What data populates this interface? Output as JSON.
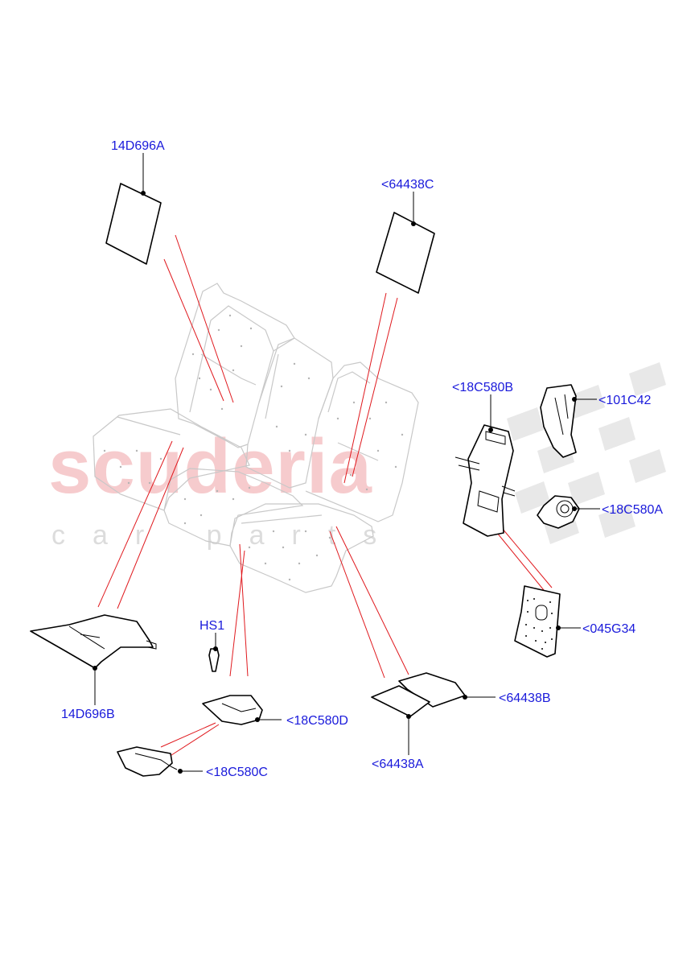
{
  "diagram": {
    "labels": [
      {
        "key": "p14D696A",
        "text": "14D696A"
      },
      {
        "key": "p64438C",
        "text": "<64438C"
      },
      {
        "key": "p18C580B",
        "text": "<18C580B"
      },
      {
        "key": "p101C42",
        "text": "<101C42"
      },
      {
        "key": "p18C580A",
        "text": "<18C580A"
      },
      {
        "key": "p045G34",
        "text": "<045G34"
      },
      {
        "key": "pHS1",
        "text": "HS1"
      },
      {
        "key": "p14D696B",
        "text": "14D696B"
      },
      {
        "key": "p18C580D",
        "text": "<18C580D"
      },
      {
        "key": "p18C580C",
        "text": "<18C580C"
      },
      {
        "key": "p64438B",
        "text": "<64438B"
      },
      {
        "key": "p64438A",
        "text": "<64438A"
      }
    ]
  },
  "watermark": {
    "brand": "scuderia",
    "tagline": "car parts"
  },
  "colors": {
    "label_text": "#1a1adb",
    "leader_red": "#e0191e",
    "watermark_brand": "#f6c6c8",
    "watermark_checker": "#e6e6e6",
    "watermark_tagline": "#d9d9d9"
  }
}
